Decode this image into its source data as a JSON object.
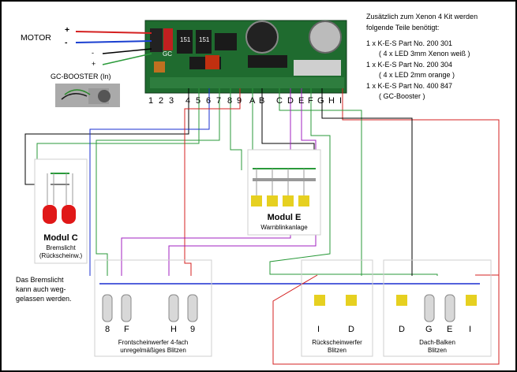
{
  "labels": {
    "motor": "MOTOR",
    "plus": "+",
    "minus": "-",
    "gc_minus": "-",
    "gc_plus": "+",
    "gc_booster": "GC-BOOSTER (In)",
    "note_title_1": "Zusätzlich zum Xenon 4 Kit werden",
    "note_title_2": "folgende Teile benötigt:",
    "parts": [
      "1 x K-E-S Part No. 200 301",
      "( 4 x LED 3mm Xenon weiß )",
      "1 x K-E-S Part No. 200 304",
      "( 4 x LED 2mm orange )",
      "1 x K-E-S Part No. 400 847",
      "( GC-Booster )"
    ],
    "modul_c_title": "Modul C",
    "modul_c_sub1": "Bremslicht",
    "modul_c_sub2": "(Rückscheinw.)",
    "modul_e_title": "Modul E",
    "modul_e_sub": "Warnblinkanlage",
    "brake_note": [
      "Das Bremslicht",
      "kann auch weg-",
      "gelassen werden."
    ],
    "group_front_1": "Frontscheinwerfer 4-fach",
    "group_front_2": "unregelmäßiges Blitzen",
    "group_back_1": "Rückscheinwerfer",
    "group_back_2": "Blitzen",
    "group_roof_1": "Dach-Balken",
    "group_roof_2": "Blitzen",
    "pins": [
      "1",
      "2",
      "3",
      "4",
      "5",
      "6",
      "7",
      "8",
      "9",
      "A",
      "B",
      "C",
      "D",
      "E",
      "F",
      "G",
      "H",
      "I"
    ],
    "led_front": [
      "8",
      "F",
      "H",
      "9"
    ],
    "led_back": [
      "I",
      "D"
    ],
    "led_roof": [
      "D",
      "G",
      "E",
      "I"
    ],
    "board_marks": [
      "151",
      "151",
      "GC"
    ]
  },
  "colors": {
    "motor_plus": "#d42020",
    "motor_minus": "#1a3fd0",
    "pin_black": "#000000",
    "pin_green": "#2a9a3a",
    "pin_blue": "#1a2fd0",
    "pin_red": "#d42020",
    "pin_purple": "#a020c0",
    "board": "#1f6b2f",
    "led_red": "#e01818",
    "led_yellow": "#e6d020",
    "led_white": "#d8d8d8"
  }
}
